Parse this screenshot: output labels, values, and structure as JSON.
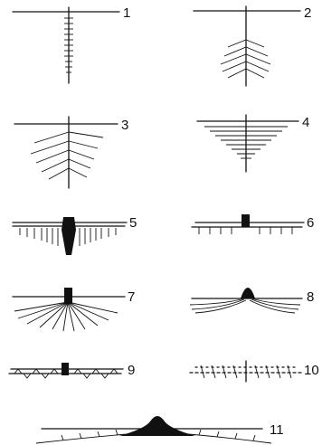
{
  "diagram": {
    "items": [
      {
        "label": "1"
      },
      {
        "label": "2"
      },
      {
        "label": "3"
      },
      {
        "label": "4"
      },
      {
        "label": "5"
      },
      {
        "label": "6"
      },
      {
        "label": "7"
      },
      {
        "label": "8"
      },
      {
        "label": "9"
      },
      {
        "label": "10"
      },
      {
        "label": "11"
      }
    ]
  }
}
